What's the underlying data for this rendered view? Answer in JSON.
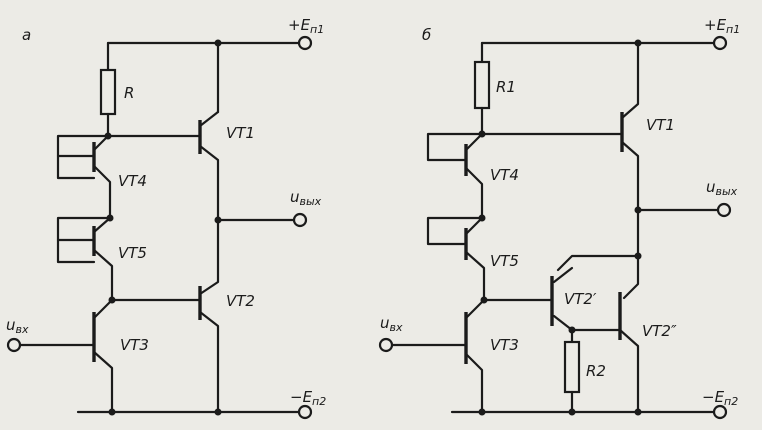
{
  "panel_a": {
    "label": "а",
    "supply_pos": {
      "prefix": "+E",
      "sub": "п1"
    },
    "supply_neg": {
      "prefix": "−E",
      "sub": "п2"
    },
    "output": {
      "prefix": "u",
      "sub": "вых"
    },
    "input": {
      "prefix": "u",
      "sub": "вх"
    },
    "resistor": "R",
    "transistors": [
      "VT1",
      "VT4",
      "VT5",
      "VT2",
      "VT3"
    ]
  },
  "panel_b": {
    "label": "б",
    "supply_pos": {
      "prefix": "+E",
      "sub": "п1"
    },
    "supply_neg": {
      "prefix": "−E",
      "sub": "п2"
    },
    "output": {
      "prefix": "u",
      "sub": "вых"
    },
    "input": {
      "prefix": "u",
      "sub": "вх"
    },
    "resistor_1": "R1",
    "resistor_2": "R2",
    "transistors": [
      "VT1",
      "VT4",
      "VT5",
      "VT2′",
      "VT2″",
      "VT3"
    ]
  },
  "colors": {
    "ink": "#1b1b1b",
    "paper": "#ecebe6"
  }
}
